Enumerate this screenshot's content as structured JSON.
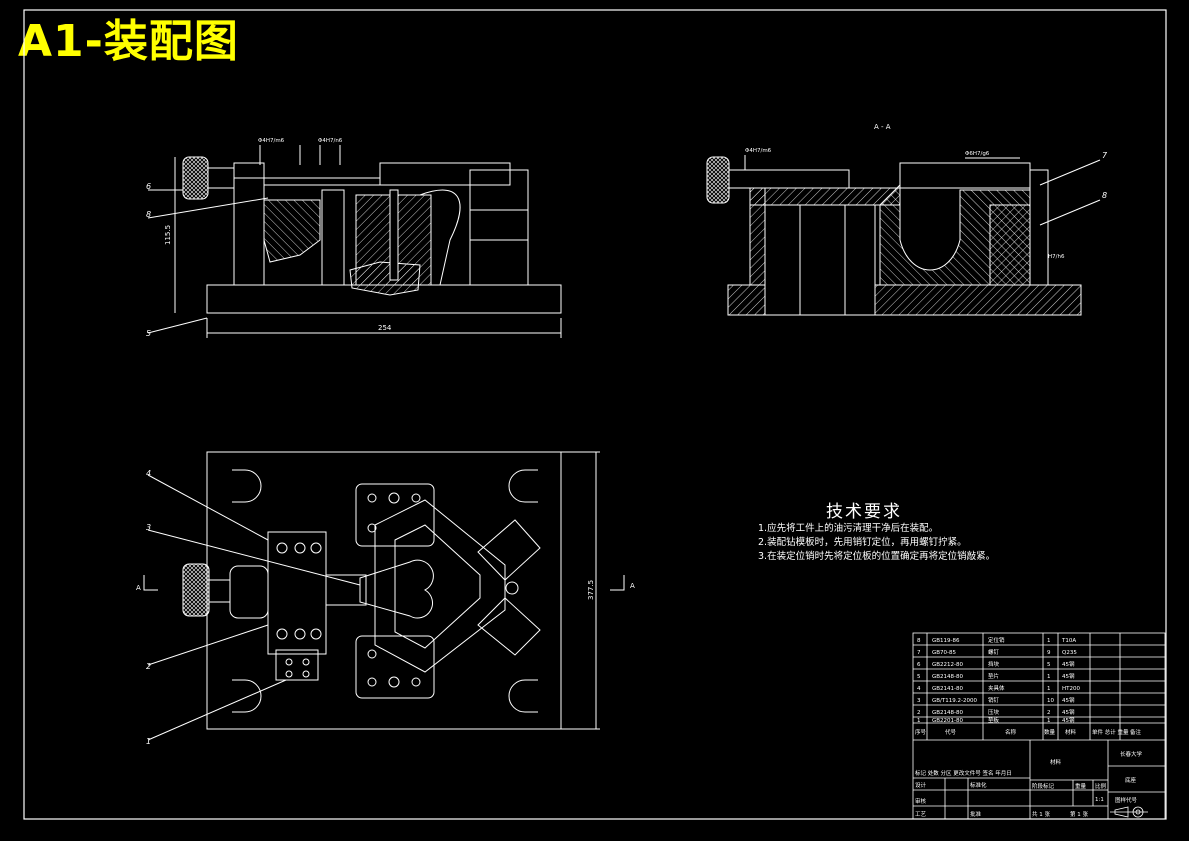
{
  "drawing": {
    "title": "A1-装配图",
    "section_label": "A - A",
    "view_marker": "A",
    "dims": {
      "length": "254",
      "height": "115.5",
      "width": "377.5",
      "fit_a": "Φ4H7/m6",
      "fit_b": "Φ4H7/n6",
      "fit_c": "Φ6H7/g6",
      "fit_d": "H7/h6"
    },
    "part_numbers": [
      "1",
      "2",
      "3",
      "4",
      "5",
      "6",
      "7",
      "8"
    ]
  },
  "tech": {
    "heading": "技术要求",
    "items": [
      "1.应先将工件上的油污清理干净后在装配。",
      "2.装配钻模板时，先用销钉定位，再用螺钉拧紧。",
      "3.在装定位销时先将定位板的位置确定再将定位销敲紧。"
    ]
  },
  "bom": {
    "rows": [
      {
        "no": "8",
        "code": "GB119-86",
        "name": "定位销",
        "qty": "1",
        "material": "T10A"
      },
      {
        "no": "7",
        "code": "GB70-85",
        "name": "螺钉",
        "qty": "9",
        "material": "Q235"
      },
      {
        "no": "6",
        "code": "GB2212-80",
        "name": "挡块",
        "qty": "5",
        "material": "45钢"
      },
      {
        "no": "5",
        "code": "GB2148-80",
        "name": "垫片",
        "qty": "1",
        "material": "45钢"
      },
      {
        "no": "4",
        "code": "GB2141-80",
        "name": "夹具体",
        "qty": "1",
        "material": "HT200"
      },
      {
        "no": "3",
        "code": "GB/T119.2-2000",
        "name": "销钉",
        "qty": "10",
        "material": "45钢"
      },
      {
        "no": "2",
        "code": "GB2148-80",
        "name": "压块",
        "qty": "2",
        "material": "45钢"
      },
      {
        "no": "1",
        "code": "GB2201-80",
        "name": "垫板",
        "qty": "1",
        "material": "45钢"
      }
    ],
    "header": {
      "no": "序号",
      "code": "代号",
      "name": "名称",
      "qty": "数量",
      "material": "材料",
      "weight": "单件 总计 重量",
      "remark": "备注"
    },
    "title_block": {
      "school": "长春大学",
      "part": "底座",
      "drawing_code": "图样代号",
      "process": "工艺",
      "designer": "设计",
      "checker": "审核",
      "scale_label": "比例",
      "scale": "1:1",
      "mark_label": "阶段标记",
      "weight_label": "重量",
      "sheet_total": "共 1 张",
      "sheet_no": "第 1 张",
      "revision": "标记 处数 分区 更改文件号 签名 年月日",
      "approve": "批准",
      "standard": "标准化",
      "material_label": "材料"
    }
  }
}
